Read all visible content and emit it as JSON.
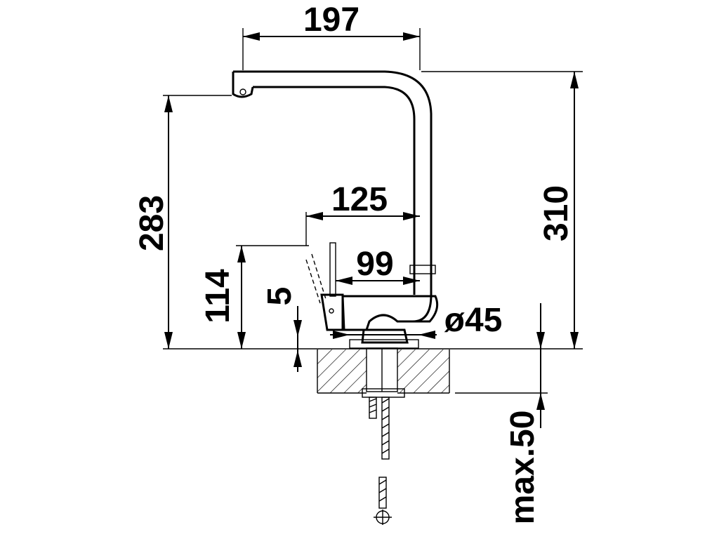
{
  "dimensions": {
    "spout_reach": "197",
    "total_height": "310",
    "spout_height": "283",
    "lever_reach": "125",
    "body_height": "114",
    "body_reach": "99",
    "base_offset": "5",
    "base_diameter": "ø45",
    "max_thickness": "max.50"
  },
  "colors": {
    "line": "#000000",
    "background": "#ffffff"
  }
}
